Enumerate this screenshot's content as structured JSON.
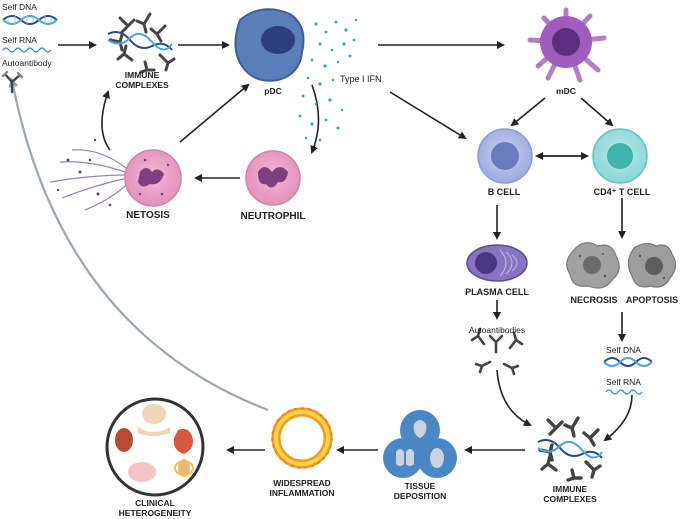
{
  "legend": {
    "self_dna": "Self DNA",
    "self_rna": "Self RNA",
    "autoantibody": "Autoantibody"
  },
  "nodes": {
    "immune_complexes_top": [
      "IMMUNE",
      "COMPLEXES"
    ],
    "pdc": "pDC",
    "type1_ifn": "Type I IFN",
    "mdc": "mDC",
    "netosis": "NETOSIS",
    "neutrophil": "NEUTROPHIL",
    "b_cell": "B CELL",
    "cd4_t_cell": "CD4⁺ T CELL",
    "plasma_cell": "PLASMA CELL",
    "autoantibodies": "Autoantibodies",
    "necrosis": "NECROSIS",
    "apoptosis": "APOPTOSIS",
    "self_dna_lower": "Self DNA",
    "self_rna_lower": "Self RNA",
    "immune_complexes_bottom": [
      "IMMUNE",
      "COMPLEXES"
    ],
    "tissue_deposition": [
      "TISSUE",
      "DEPOSITION"
    ],
    "widespread_inflammation": [
      "WIDESPREAD",
      "INFLAMMATION"
    ],
    "clinical_heterogeneity": [
      "CLINICAL",
      "HETEROGENEITY"
    ]
  },
  "colors": {
    "pdc": "#5b7fb8",
    "mdc": "#8a4fa6",
    "b_cell": "#a9b7e2",
    "t_cell": "#7ecfcf",
    "neutrophil": "#e79ac0",
    "plasma": "#7b62ad",
    "arrow": "#222222",
    "return_arrow": "#9aa6b2"
  }
}
